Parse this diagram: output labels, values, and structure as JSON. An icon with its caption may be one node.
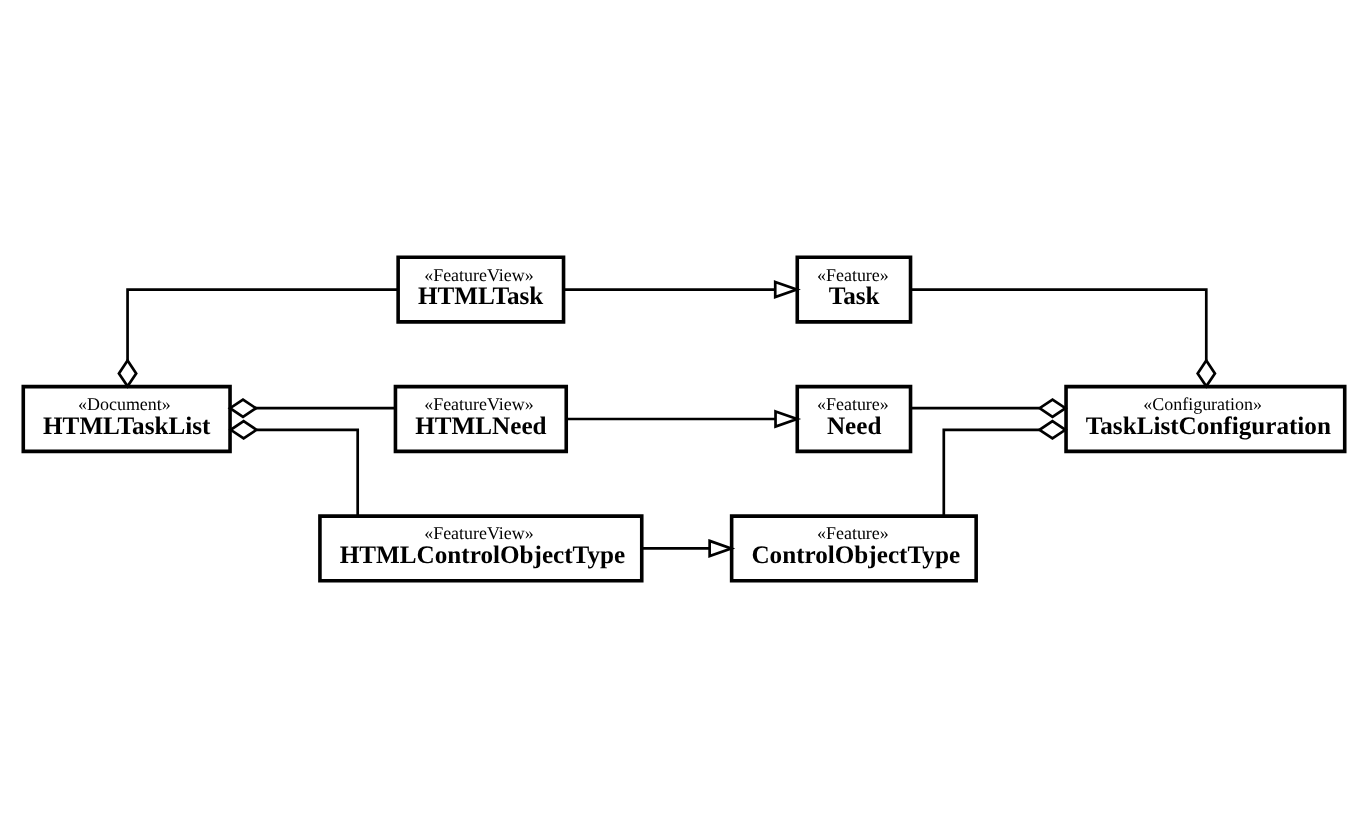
{
  "diagram": {
    "nodes": [
      {
        "text": [
          "«Document»",
          "HTMLTaskList"
        ]
      },
      {
        "text": [
          "«Configuration»",
          "TaskListConfiguration"
        ]
      },
      {
        "text": [
          "«FeatureView»",
          "HTMLTask"
        ]
      },
      {
        "text": [
          "«Feature»",
          "Task"
        ]
      },
      {
        "text": [
          "«FeatureView»",
          "HTMLNeed"
        ]
      },
      {
        "text": [
          "«Feature»",
          "Need"
        ]
      },
      {
        "text": [
          "«FeatureView»",
          "HTMLControlObjectType"
        ]
      },
      {
        "text": [
          "«Feature»",
          "ControlObjectType"
        ]
      }
    ],
    "edges": [
      {
        "from": 0,
        "to": 2,
        "arrow": "other"
      },
      {
        "from": 0,
        "to": 4,
        "arrow": "other"
      },
      {
        "from": 0,
        "to": 6,
        "arrow": "other"
      },
      {
        "from": 2,
        "to": 3,
        "arrow": "to"
      },
      {
        "from": 4,
        "to": 5,
        "arrow": "to"
      },
      {
        "from": 6,
        "to": 7,
        "arrow": "to"
      },
      {
        "from": 1,
        "to": 3,
        "arrow": "other"
      },
      {
        "from": 1,
        "to": 5,
        "arrow": "other"
      },
      {
        "from": 1,
        "to": 7,
        "arrow": "other"
      }
    ]
  }
}
